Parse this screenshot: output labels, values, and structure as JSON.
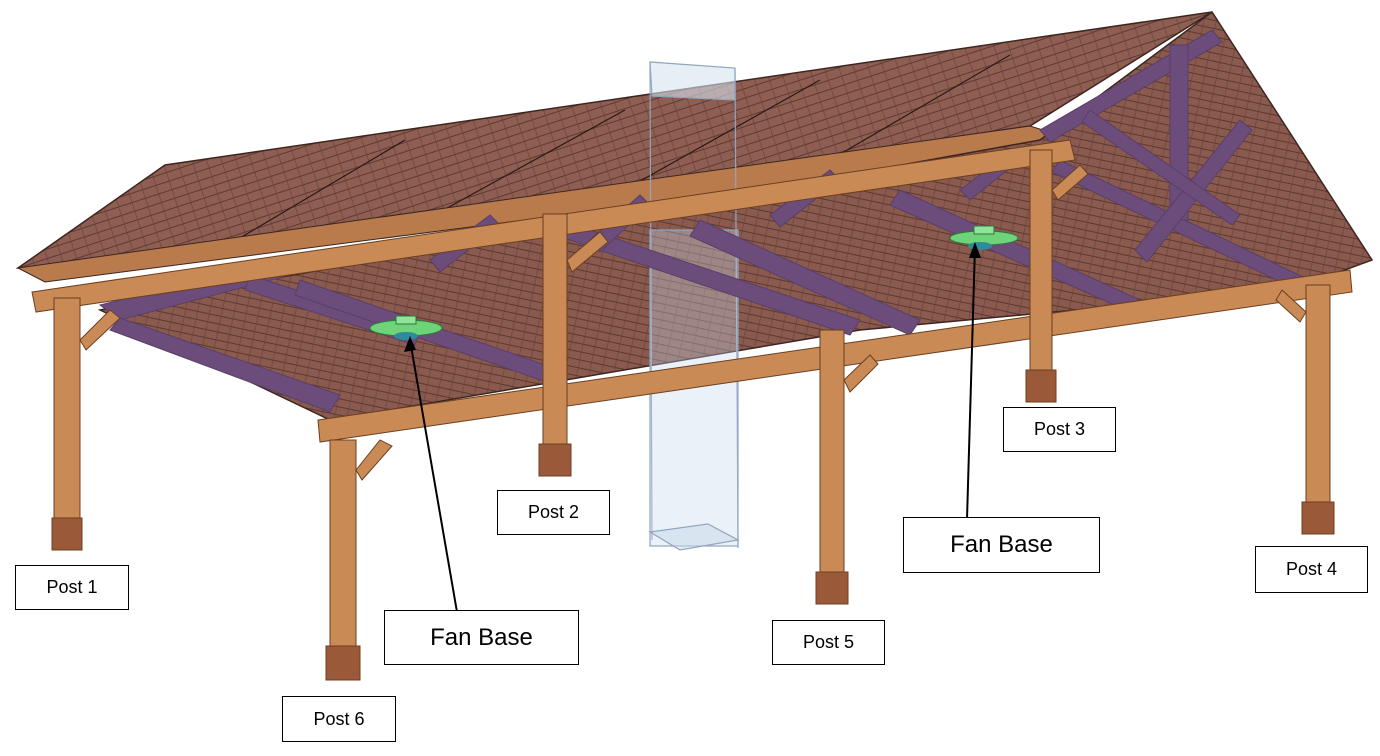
{
  "labels": {
    "post_1": "Post 1",
    "post_2": "Post 2",
    "post_3": "Post 3",
    "post_4": "Post 4",
    "post_5": "Post 5",
    "post_6": "Post 6",
    "fan_base_left": "Fan Base",
    "fan_base_right": "Fan Base"
  },
  "colors": {
    "roof": "#8a5a4e",
    "timber": "#c98a55",
    "truss": "#6b4c7a",
    "post_base": "#9a5a3a",
    "fan": "#6fd37a",
    "chimney": "#a9c4de"
  }
}
